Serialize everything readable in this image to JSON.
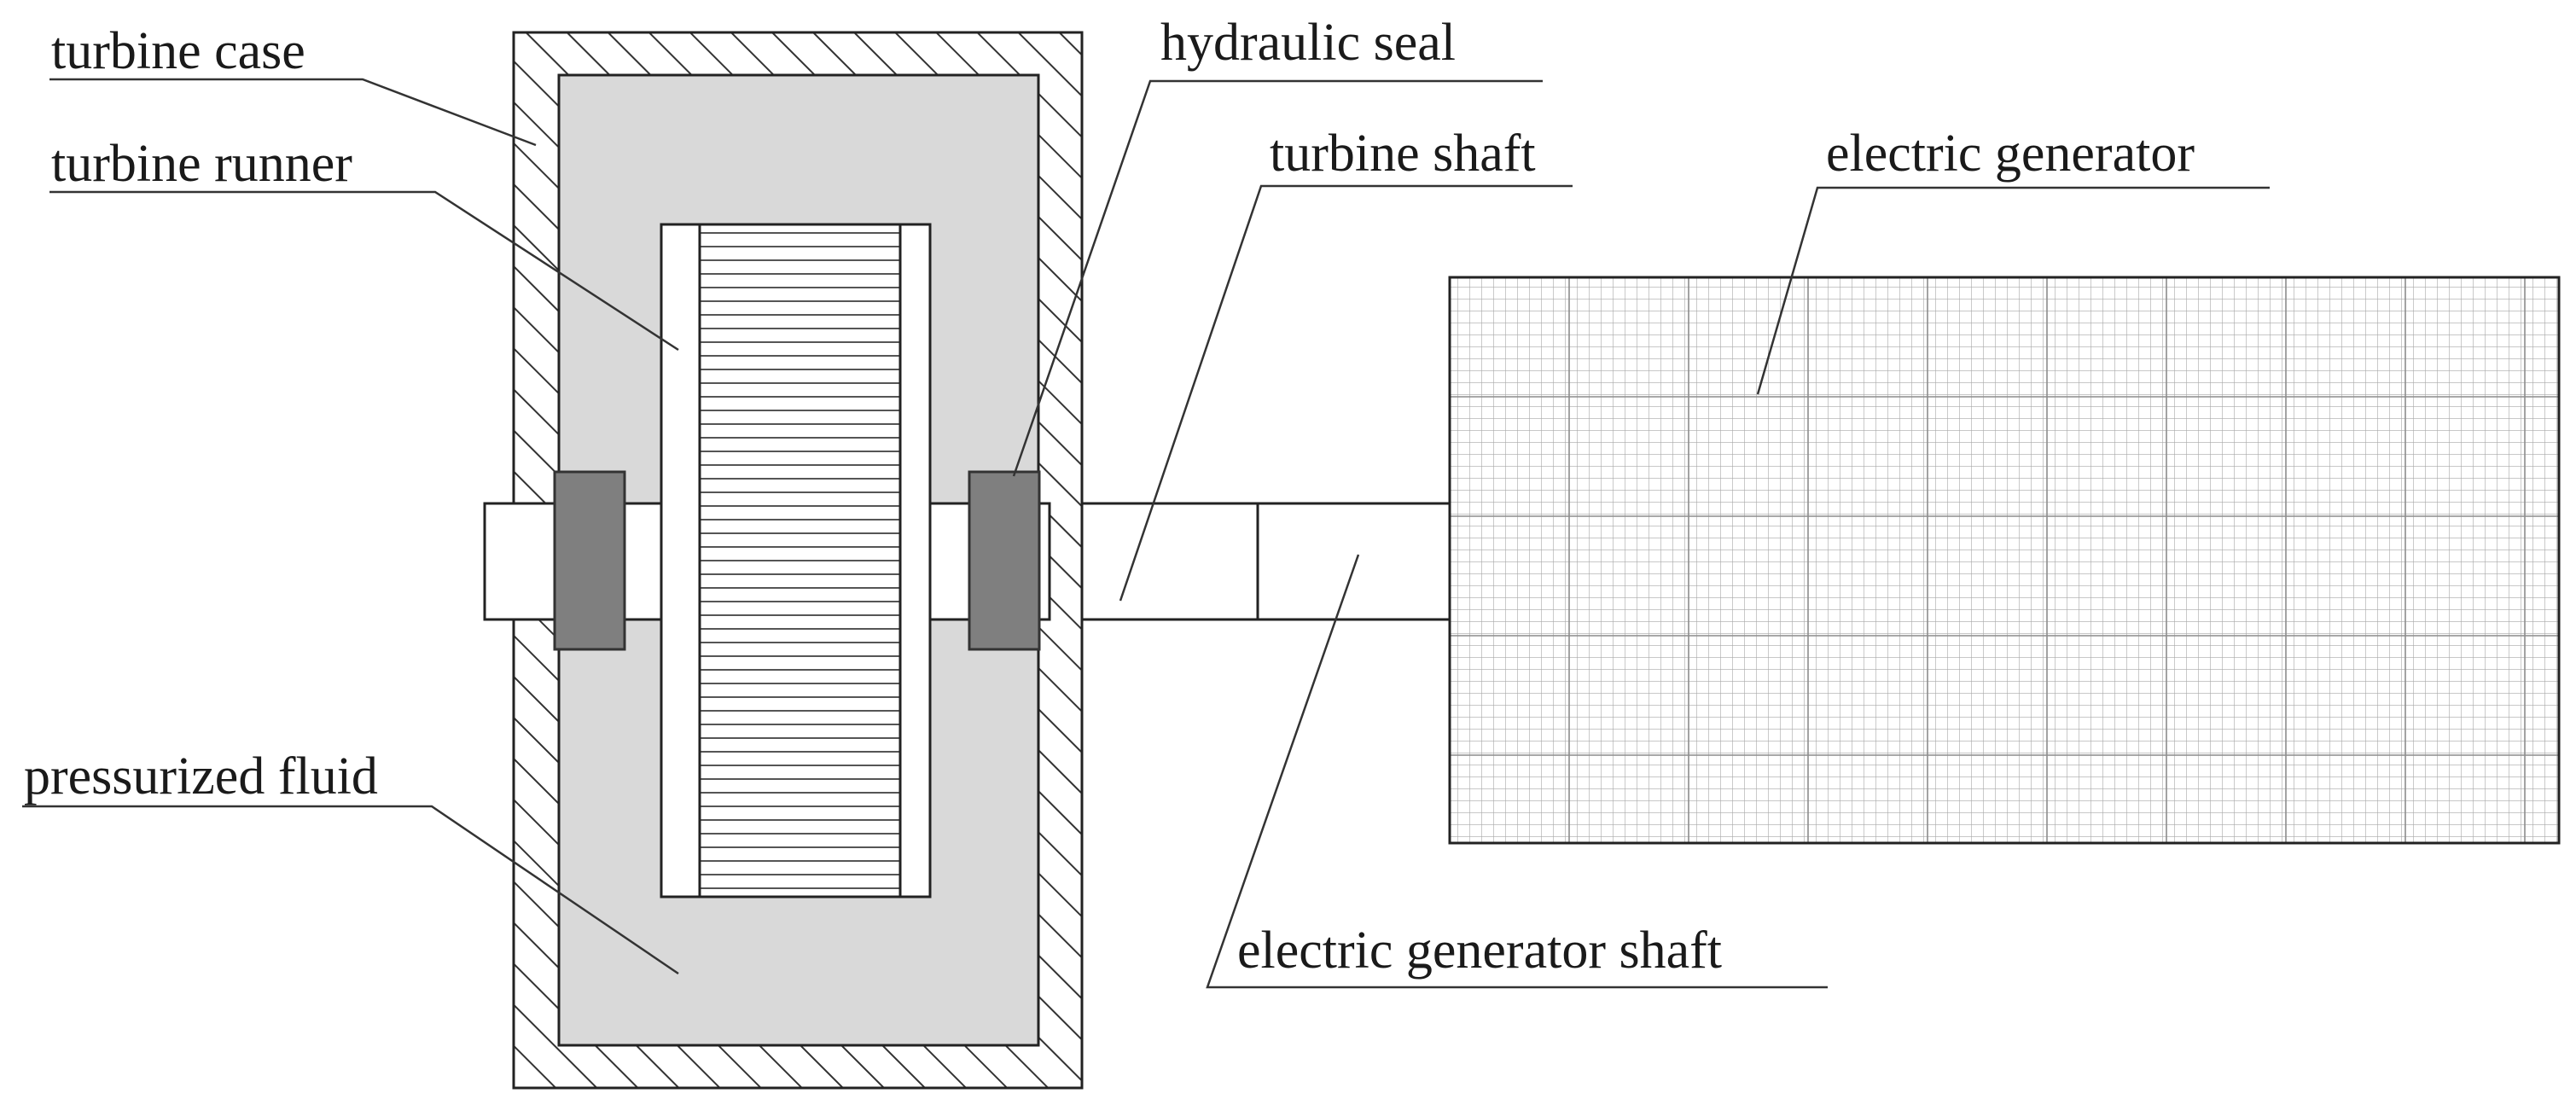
{
  "labels": {
    "turbine_case": "turbine case",
    "turbine_runner": "turbine runner",
    "hydraulic_seal": "hydraulic seal",
    "turbine_shaft": "turbine shaft",
    "electric_generator": "electric generator",
    "pressurized_fluid": "pressurized fluid",
    "electric_generator_shaft": "electric generator shaft"
  },
  "colors": {
    "case_hatch": "#333333",
    "fluid_fill": "#d9d9d9",
    "seal_fill": "#7f7f7f",
    "line": "#222222",
    "generator_grid": "#9a9a9a",
    "text": "#1a1a1a"
  }
}
